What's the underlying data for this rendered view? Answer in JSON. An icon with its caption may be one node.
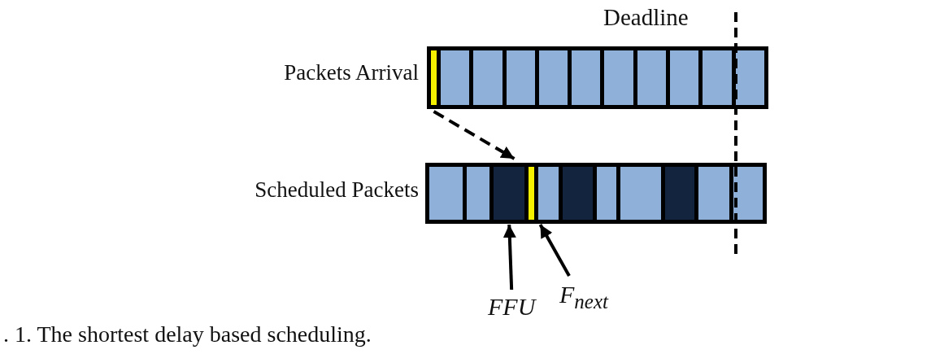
{
  "diagram": {
    "caption": ". 1. The shortest delay based scheduling.",
    "nodes": [
      {
        "text": [
          "Packets Arrival"
        ]
      },
      {
        "text": [],
        "shape": "bar",
        "in": 0
      },
      {
        "text": [],
        "shape": "box",
        "in": 0
      },
      {
        "text": [],
        "shape": "box",
        "in": 0
      },
      {
        "text": [],
        "shape": "box",
        "in": 0
      },
      {
        "text": [],
        "shape": "box",
        "in": 0
      },
      {
        "text": [],
        "shape": "box",
        "in": 0
      },
      {
        "text": [],
        "shape": "box",
        "in": 0
      },
      {
        "text": [],
        "shape": "box",
        "in": 0
      },
      {
        "text": [],
        "shape": "box",
        "in": 0
      },
      {
        "text": [],
        "shape": "box",
        "in": 0
      },
      {
        "text": [],
        "shape": "box",
        "in": 0
      },
      {
        "text": [
          "Scheduled Packets"
        ]
      },
      {
        "text": [],
        "shape": "box",
        "in": 12
      },
      {
        "text": [],
        "shape": "box",
        "in": 12
      },
      {
        "text": [],
        "shape": "box",
        "in": 12
      },
      {
        "text": [],
        "shape": "bar",
        "in": 12
      },
      {
        "text": [],
        "shape": "box",
        "in": 12
      },
      {
        "text": [],
        "shape": "box",
        "in": 12
      },
      {
        "text": [],
        "shape": "box",
        "in": 12
      },
      {
        "text": [],
        "shape": "box",
        "in": 12
      },
      {
        "text": [],
        "shape": "box",
        "in": 12
      },
      {
        "text": [],
        "shape": "box",
        "in": 12
      },
      {
        "text": [],
        "shape": "box",
        "in": 12
      },
      {
        "text": [
          "FFU"
        ]
      },
      {
        "text": [
          "F$_{next}$"
        ]
      }
    ],
    "edges": [
      {
        "from": 1,
        "to": 16,
        "arrow": "to",
        "style": "dashed"
      },
      {
        "from": 24,
        "to": 15,
        "arrow": "to"
      },
      {
        "from": 25,
        "to": 17,
        "arrow": "to"
      }
    ],
    "labels": [
      "Deadline"
    ]
  }
}
